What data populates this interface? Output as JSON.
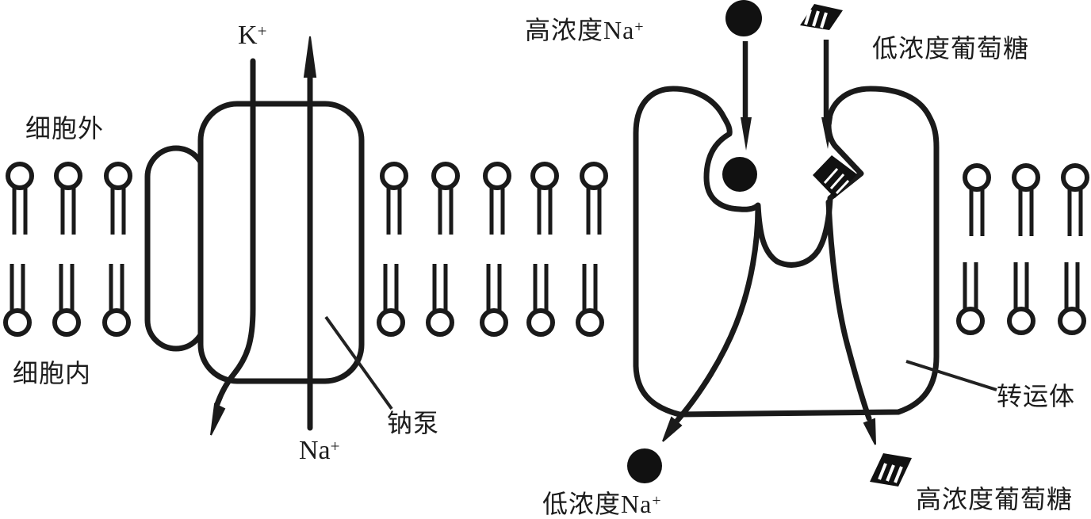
{
  "labels": {
    "extracellular": {
      "text": "细胞外"
    },
    "intracellular": {
      "text": "细胞内"
    },
    "k_ion": {
      "text": "K",
      "sup": "+"
    },
    "na_ion": {
      "text": "Na",
      "sup": "+"
    },
    "sodium_pump": {
      "text": "钠泵"
    },
    "high_na": {
      "text": "高浓度Na",
      "sup": "+"
    },
    "low_na": {
      "text": "低浓度Na",
      "sup": "+"
    },
    "low_glucose": {
      "text": "低浓度葡萄糖"
    },
    "high_glucose": {
      "text": "高浓度葡萄糖"
    },
    "transporter": {
      "text": "转运体"
    }
  },
  "icons": {
    "sodium_ion": "filled-black-circle",
    "glucose_molecule": "hatched-black-parallelogram",
    "phospholipid": "circle-head-with-two-tails",
    "arrow": "thin-line-with-elongated-solid-arrowhead"
  },
  "colors": {
    "ink": "#1a1a1a",
    "solid_fill": "#111111",
    "background": "#ffffff",
    "text": "#1c1c1c"
  }
}
